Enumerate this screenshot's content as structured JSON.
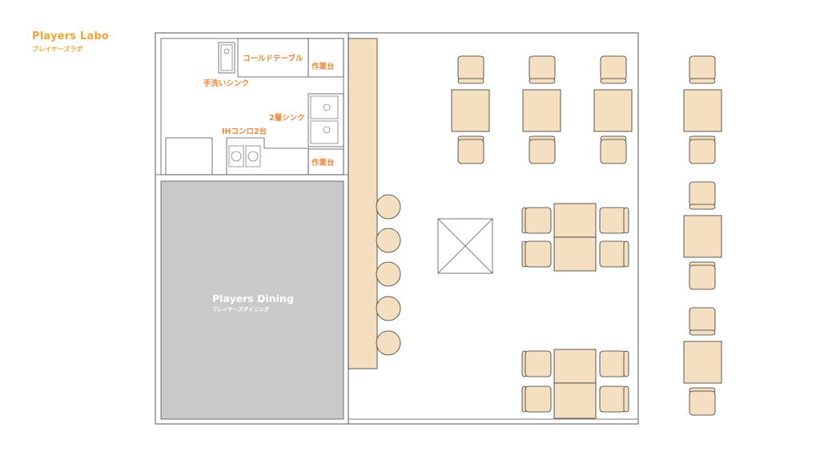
{
  "brand": {
    "title": "Players Labo",
    "subtitle": "プレイヤーズラボ",
    "color": "#f2a33a"
  },
  "kitchen": {
    "cold_table": "コールドテーブル",
    "work_table_top": "作業台",
    "hand_sink": "手洗いシンク",
    "two_layer_sink": "2層シンク",
    "ih_stove": "IHコンロ2台",
    "work_table_bottom": "作業台",
    "label_color": "#e8893a"
  },
  "dining_room": {
    "title": "Players Dining",
    "subtitle": "プレイヤーズダイニング",
    "fill_color": "#c8c9c8"
  },
  "furniture": {
    "wood_color": "#f4dfc0",
    "counter_stools": 5,
    "tables_with_chairs_top_row": 3,
    "window_tables": 3,
    "group_tables": 2
  }
}
